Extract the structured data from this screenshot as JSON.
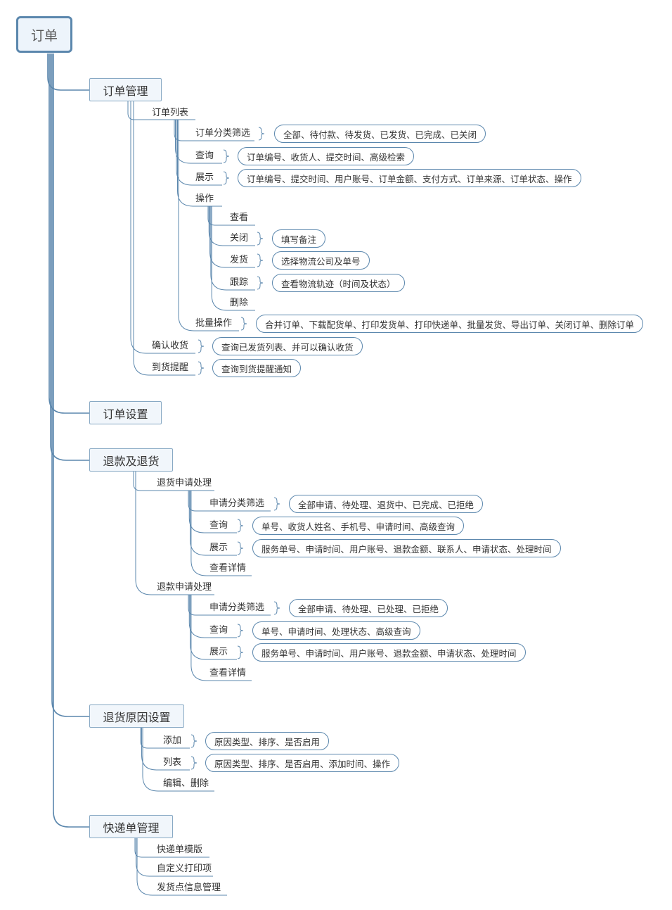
{
  "root": "订单",
  "sections": {
    "order_mgmt": "订单管理",
    "order_settings": "订单设置",
    "refund_return": "退款及退货",
    "return_reasons": "退货原因设置",
    "express_mgmt": "快递单管理"
  },
  "order_mgmt": {
    "list": "订单列表",
    "filter": "订单分类筛选",
    "filter_detail": "全部、待付款、待发货、已发货、已完成、已关闭",
    "query": "查询",
    "query_detail": "订单编号、收货人、提交时间、高级检索",
    "display": "展示",
    "display_detail": "订单编号、提交时间、用户账号、订单金额、支付方式、订单来源、订单状态、操作",
    "ops": "操作",
    "view": "查看",
    "close": "关闭",
    "close_detail": "填写备注",
    "ship": "发货",
    "ship_detail": "选择物流公司及单号",
    "track": "跟踪",
    "track_detail": "查看物流轨迹（时间及状态）",
    "delete": "删除",
    "batch": "批量操作",
    "batch_detail": "合并订单、下载配货单、打印发货单、打印快递单、批量发货、导出订单、关闭订单、删除订单",
    "confirm": "确认收货",
    "confirm_detail": "查询已发货列表、并可以确认收货",
    "arrival": "到货提醒",
    "arrival_detail": "查询到货提醒通知"
  },
  "refund_return": {
    "return_app": "退货申请处理",
    "r_filter": "申请分类筛选",
    "r_filter_detail": "全部申请、待处理、退货中、已完成、已拒绝",
    "r_query": "查询",
    "r_query_detail": "单号、收货人姓名、手机号、申请时间、高级查询",
    "r_display": "展示",
    "r_display_detail": "服务单号、申请时间、用户账号、退款金额、联系人、申请状态、处理时间",
    "r_detail": "查看详情",
    "refund_app": "退款申请处理",
    "f_filter": "申请分类筛选",
    "f_filter_detail": "全部申请、待处理、已处理、已拒绝",
    "f_query": "查询",
    "f_query_detail": "单号、申请时间、处理状态、高级查询",
    "f_display": "展示",
    "f_display_detail": "服务单号、申请时间、用户账号、退款金额、申请状态、处理时间",
    "f_detail": "查看详情"
  },
  "return_reasons": {
    "add": "添加",
    "add_detail": "原因类型、排序、是否启用",
    "list": "列表",
    "list_detail": "原因类型、排序、是否启用、添加时间、操作",
    "edit": "编辑、删除"
  },
  "express_mgmt": {
    "template": "快递单模版",
    "custom_print": "自定义打印项",
    "ship_point": "发货点信息管理"
  },
  "colors": {
    "line": "#5b87ad",
    "box_fill": "#f1f6fb",
    "root_fill": "#edf4fb"
  }
}
